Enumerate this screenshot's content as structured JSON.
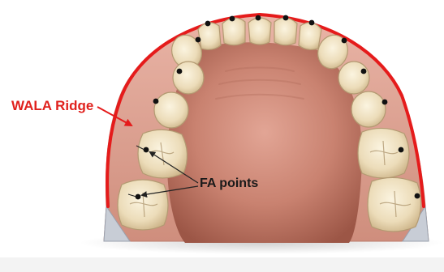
{
  "labels": {
    "wala_ridge": "WALA Ridge",
    "fa_points": "FA points"
  },
  "colors": {
    "wala_ridge_line": "#e51b1b",
    "wala_label": "#e0211d",
    "fa_point": "#111111",
    "palate": "#c67b66",
    "gingiva": "#d99a8a",
    "tooth_enamel": "#efe2c4",
    "arrow": "#222222"
  },
  "icons": [
    "maxillary-arch-illustration",
    "tooth-icon",
    "fa-point-dot",
    "leader-arrow"
  ]
}
